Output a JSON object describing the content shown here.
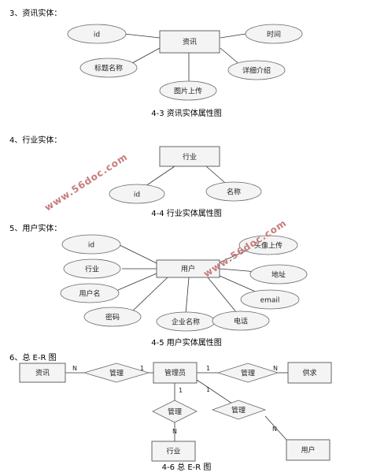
{
  "sections": {
    "s3": {
      "heading": "3、资讯实体：",
      "caption": "4-3 资讯实体属性图",
      "entity": "资讯",
      "attrs": {
        "id": "id",
        "time": "时间",
        "title": "标题名称",
        "detail": "详细介绍",
        "image": "图片上传"
      }
    },
    "s4": {
      "heading": "4、行业实体：",
      "caption": "4-4 行业实体属性图",
      "entity": "行业",
      "attrs": {
        "id": "id",
        "name": "名称"
      }
    },
    "s5": {
      "heading": "5、用户实体：",
      "caption": "4-5 用户实体属性图",
      "entity": "用户",
      "attrs": {
        "id": "id",
        "industry": "行业",
        "username": "用户名",
        "password": "密码",
        "company": "企业名称",
        "phone": "电话",
        "email": "email",
        "address": "地址",
        "avatar": "头像上传"
      }
    },
    "s6": {
      "heading": "6、总 E-R 图",
      "caption": "4-6 总 E-R 图",
      "entities": {
        "news": "资讯",
        "admin": "管理员",
        "supply": "供求",
        "industry": "行业",
        "user": "用户"
      },
      "relations": {
        "r_news": "管理",
        "r_supply": "管理",
        "r_industry": "管理",
        "r_user": "管理"
      },
      "cardinality": {
        "n_news": "N",
        "one_news": "1",
        "one_supply": "1",
        "n_supply": "N",
        "one_industry": "1",
        "n_industry": "N",
        "one_user": "1",
        "n_user": "N"
      }
    }
  },
  "watermarks": [
    "www.56doc.com",
    "www.56doc.com"
  ]
}
